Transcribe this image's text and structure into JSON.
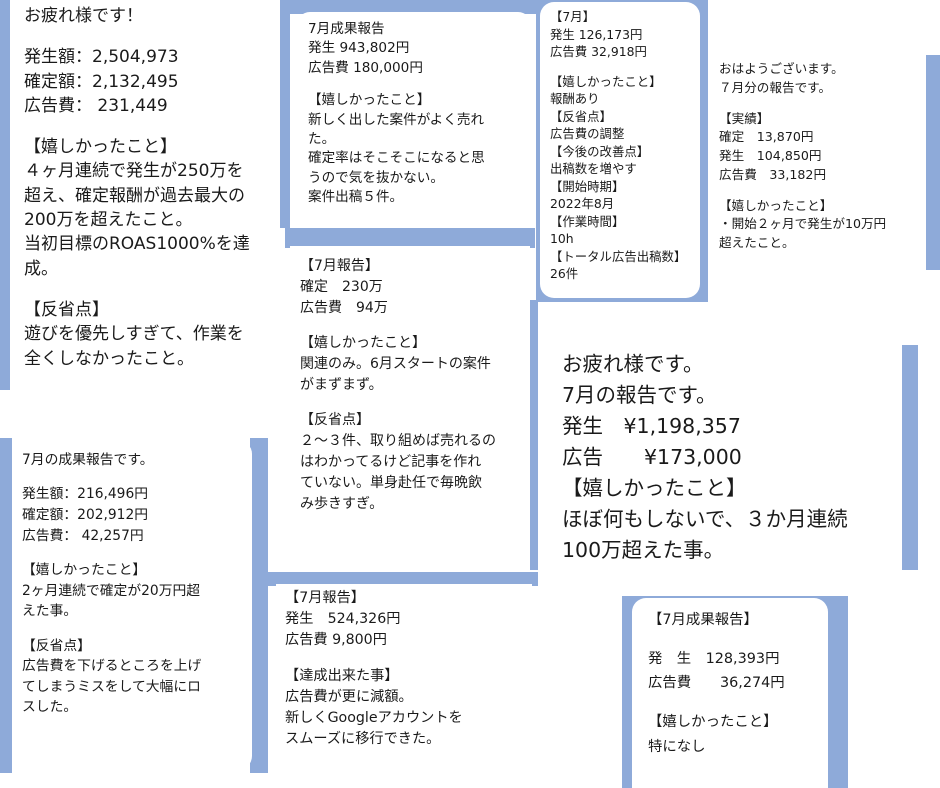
{
  "colors": {
    "bubble_frame": "#8eaad9",
    "bubble": "#ffffff",
    "text": "#1a1a1a"
  },
  "messages": [
    {
      "lines": [
        "お疲れ様です！",
        "",
        "発生額：2,504,973",
        "確定額：2,132,495",
        "広告費： 231,449",
        "",
        "【嬉しかったこと】",
        "４ヶ月連続で発生が250万を",
        "超え、確定報酬が過去最大の",
        "200万を超えたこと。",
        "当初目標のROAS1000%を達",
        "成。",
        "",
        "【反省点】",
        "遊びを優先しすぎて、作業を",
        "全くしなかったこと。"
      ]
    },
    {
      "lines": [
        "7月成果報告",
        "発生 943,802円",
        "広告費 180,000円",
        "",
        "【嬉しかったこと】",
        "新しく出した案件がよく売れ",
        "た。",
        "確定率はそこそこになると思",
        "うので気を抜かない。",
        "案件出稿５件。"
      ]
    },
    {
      "lines": [
        "【7月】",
        "発生 126,173円",
        "広告費 32,918円",
        "",
        "【嬉しかったこと】",
        "報酬あり",
        "【反省点】",
        "広告費の調整",
        "【今後の改善点】",
        "出稿数を増やす",
        "【開始時期】",
        "2022年8月",
        "【作業時間】",
        "10h",
        "【トータル広告出稿数】",
        "26件"
      ]
    },
    {
      "lines": [
        "おはようございます。",
        "７月分の報告です。",
        "",
        "【実績】",
        "確定　13,870円",
        "発生　104,850円",
        "広告費　33,182円",
        "",
        "【嬉しかったこと】",
        "・開始２ヶ月で発生が10万円",
        "超えたこと。"
      ]
    },
    {
      "lines": [
        "【7月報告】",
        "確定　230万",
        "広告費　94万",
        "",
        "【嬉しかったこと】",
        "関連のみ。6月スタートの案件",
        "がまずまず。",
        "",
        "【反省点】",
        "２〜３件、取り組めば売れるの",
        "はわかってるけど記事を作れ",
        "ていない。単身赴任で毎晩飲",
        "み歩きすぎ。"
      ]
    },
    {
      "lines": [
        "お疲れ様です。",
        "7月の報告です。",
        "発生　¥1,198,357",
        "広告　　¥173,000",
        "【嬉しかったこと】",
        "ほぼ何もしないで、３か月連続",
        "100万超えた事。"
      ]
    },
    {
      "lines": [
        "7月の成果報告です。",
        "",
        "発生額：216,496円",
        "確定額：202,912円",
        "広告費： 42,257円",
        "",
        "【嬉しかったこと】",
        "2ヶ月連続で確定が20万円超",
        "えた事。",
        "",
        "【反省点】",
        "広告費を下げるところを上げ",
        "てしまうミスをして大幅にロ",
        "スした。"
      ]
    },
    {
      "lines": [
        "【7月報告】",
        "発生　524,326円",
        "広告費 9,800円",
        "",
        "【達成出来た事】",
        "広告費が更に減額。",
        "新しくGoogleアカウントを",
        "スムーズに移行できた。"
      ]
    },
    {
      "lines": [
        "【7月成果報告】",
        "",
        "発　生　128,393円",
        "広告費　　36,274円",
        "",
        "【嬉しかったこと】",
        "特になし"
      ]
    }
  ]
}
